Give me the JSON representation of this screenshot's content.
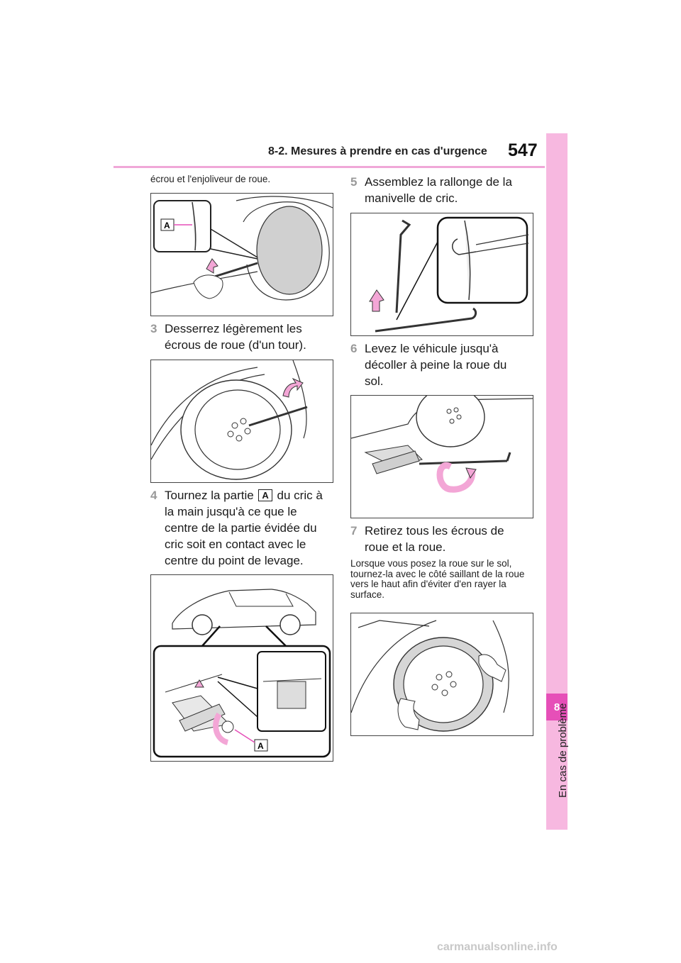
{
  "header": {
    "title": "8-2. Mesures à prendre en cas d'urgence",
    "page_number": "547"
  },
  "side_tab": {
    "chapter_number": "8",
    "chapter_label": "En cas de problème"
  },
  "continuation_text": "écrou et l'enjoliveur de roue.",
  "steps": [
    {
      "number": "3",
      "line1": "Desserrez légèrement les",
      "line2": "écrous de roue (d'un tour)."
    },
    {
      "number": "4",
      "line1_before": "Tournez la partie",
      "badge": "A",
      "line1_after": "du cric à",
      "line2": "la main jusqu'à ce que le",
      "line3": "centre de la partie évidée du",
      "line4": "cric soit en contact avec le",
      "line5": "centre du point de levage."
    },
    {
      "number": "5",
      "line1": "Assemblez la rallonge de la",
      "line2": "manivelle de cric."
    },
    {
      "number": "6",
      "line1": "Levez le véhicule jusqu'à",
      "line2": "décoller à peine la roue du",
      "line3": "sol."
    },
    {
      "number": "7",
      "line1": "Retirez tous les écrous de",
      "line2": "roue et la roue."
    }
  ],
  "note": "Lorsque vous posez la roue sur le sol, tournez-la avec le côté saillant de la roue vers le haut afin d'éviter d'en rayer la surface.",
  "figure_labels": {
    "fig1_badge": "A",
    "fig4_badge": "A"
  },
  "watermark": "carmanualsonline.info",
  "colors": {
    "accent_pink": "#e64fb8",
    "tab_pink": "#f7b8e0",
    "arrow_pink": "#f3a6d6"
  }
}
